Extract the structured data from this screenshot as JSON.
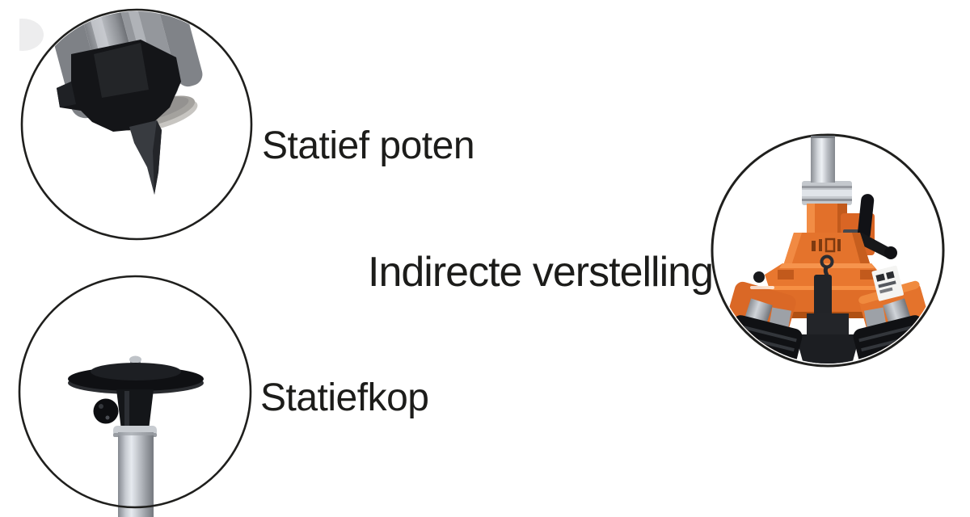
{
  "diagram": {
    "items": [
      {
        "id": "statief-poten",
        "label": "Statief poten",
        "image": "tripod-leg-spike-closeup-photo"
      },
      {
        "id": "indirecte-verstelling",
        "label": "Indirecte verstelling",
        "image": "tripod-crank-elevator-closeup-photo"
      },
      {
        "id": "statiefkop",
        "label": "Statiefkop",
        "image": "tripod-head-closeup-photo"
      }
    ],
    "colors": {
      "background": "#ffffff",
      "label_text": "#1c1c1a",
      "circle_outline": "#1f1f1d",
      "orange_body": "#e4732c",
      "silver_metal": "#b4b8bd",
      "black_parts": "#141518"
    }
  }
}
